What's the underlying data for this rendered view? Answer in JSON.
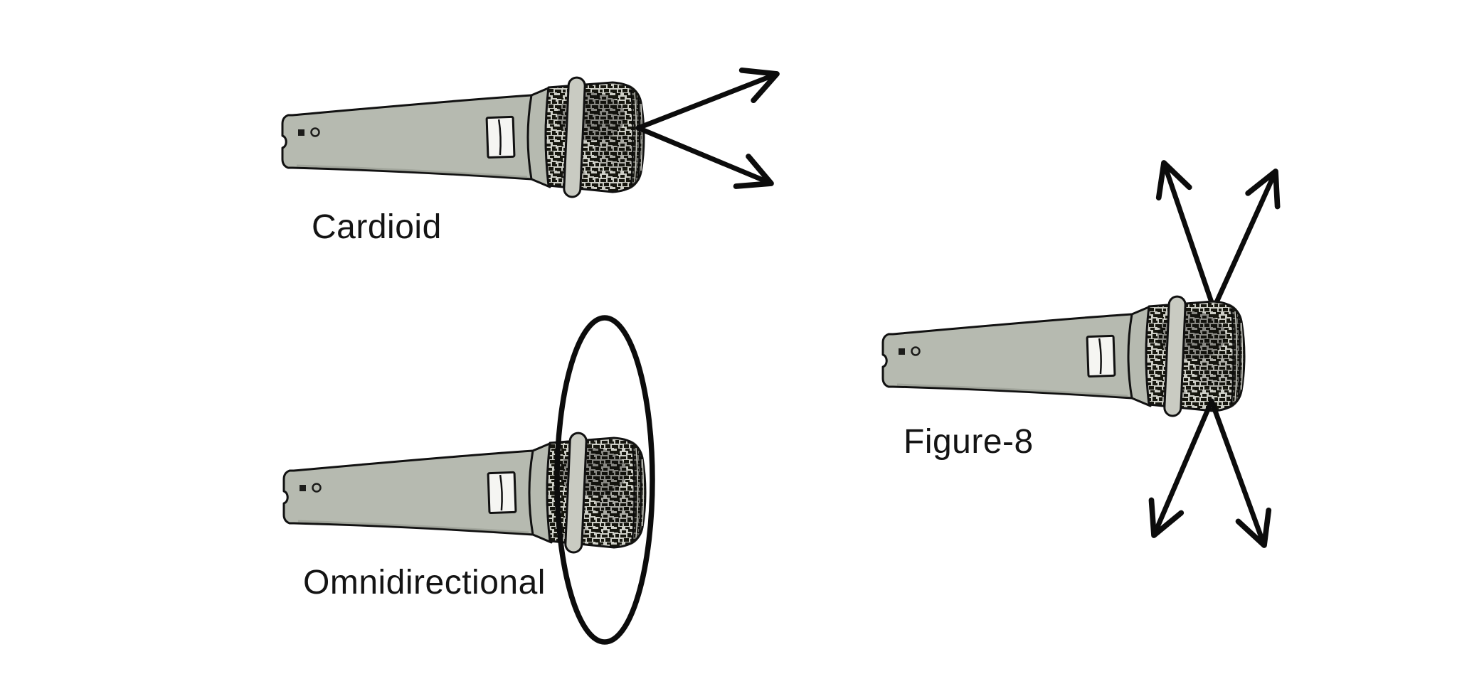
{
  "page": {
    "background_color": "#ffffff"
  },
  "diagram": {
    "subject": "microphone-pickup-patterns",
    "items": [
      {
        "id": "cardioid",
        "label": "Cardioid",
        "annotation": "two-forward-arrows"
      },
      {
        "id": "omnidirectional",
        "label": "Omnidirectional",
        "annotation": "vertical-ellipse-around-head"
      },
      {
        "id": "figure-8",
        "label": "Figure-8",
        "annotation": "four-diagonal-crossing-arrows"
      }
    ],
    "colors": {
      "outline": "#111111",
      "mic_body": "#b6bab0",
      "mic_ring": "#c9cbc2",
      "grille_base": "#cdcec6",
      "grille_cell": "#17170f",
      "label_text": "#141414",
      "arrow": "#0c0c0c"
    }
  }
}
